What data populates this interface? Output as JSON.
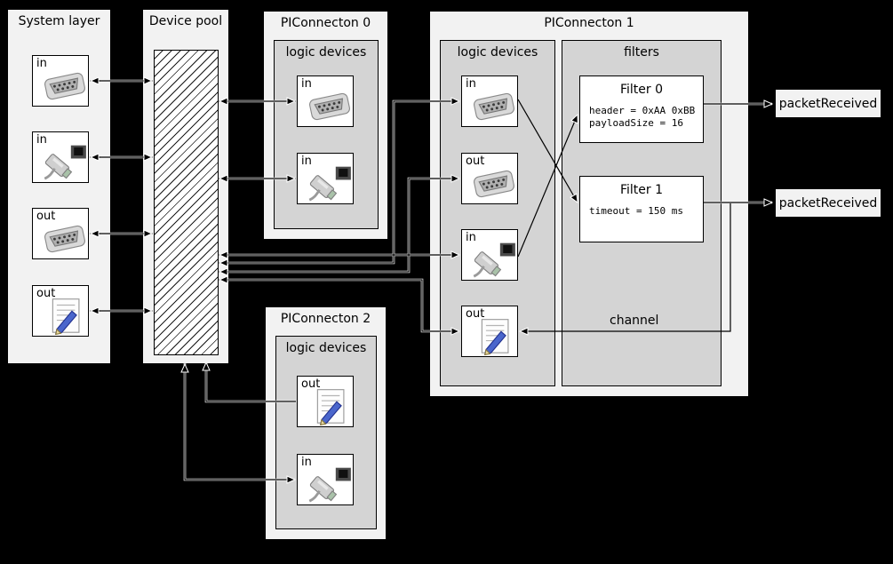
{
  "colors": {
    "canvas_bg": "#000000",
    "container_bg": "#f2f2f2",
    "group_bg": "#d4d4d4",
    "device_bg": "#ffffff",
    "border": "#000000",
    "wire_casing": "#ffffff",
    "wire_core": "#000000",
    "pen_blue": "#4a66cc"
  },
  "system_layer": {
    "title": "System layer",
    "devices": [
      {
        "label": "in",
        "icon": "serial-connector-icon"
      },
      {
        "label": "in",
        "icon": "ethernet-connector-icon"
      },
      {
        "label": "out",
        "icon": "serial-connector-icon"
      },
      {
        "label": "out",
        "icon": "script-file-icon"
      }
    ]
  },
  "device_pool": {
    "title": "Device pool"
  },
  "piconnecton0": {
    "title": "PIConnecton 0",
    "group_title": "logic devices",
    "devices": [
      {
        "label": "in",
        "icon": "serial-connector-icon"
      },
      {
        "label": "in",
        "icon": "ethernet-connector-icon"
      }
    ]
  },
  "piconnecton2": {
    "title": "PIConnecton 2",
    "group_title": "logic devices",
    "devices": [
      {
        "label": "out",
        "icon": "script-file-icon"
      },
      {
        "label": "in",
        "icon": "ethernet-connector-icon"
      }
    ]
  },
  "piconnecton1": {
    "title": "PIConnecton 1",
    "logic_group_title": "logic devices",
    "filters_group_title": "filters",
    "devices": [
      {
        "label": "in",
        "icon": "serial-connector-icon"
      },
      {
        "label": "out",
        "icon": "serial-connector-icon"
      },
      {
        "label": "in",
        "icon": "ethernet-connector-icon"
      },
      {
        "label": "out",
        "icon": "script-file-icon"
      }
    ],
    "filters": [
      {
        "title": "Filter 0",
        "params": [
          "header = 0xAA 0xBB",
          "payloadSize = 16"
        ]
      },
      {
        "title": "Filter 1",
        "params": [
          "timeout = 150 ms"
        ]
      }
    ],
    "channel_label": "channel"
  },
  "outputs": [
    {
      "label": "packetReceived"
    },
    {
      "label": "packetReceived"
    }
  ]
}
